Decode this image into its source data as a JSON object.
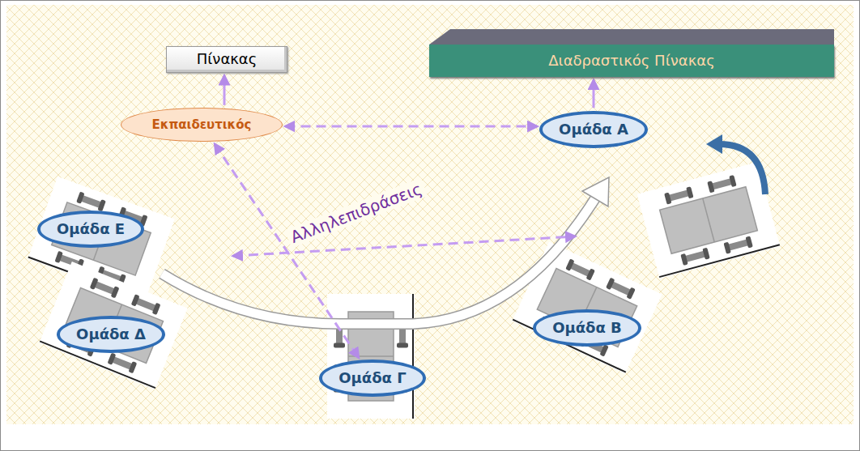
{
  "diagram": {
    "nodes": [
      {
        "text": [
          "Πίνακας"
        ]
      },
      {
        "text": [
          "Διαδραστικός Πίνακας"
        ]
      },
      {
        "text": [
          "Εκπαιδευτικός"
        ]
      },
      {
        "text": [
          "Ομάδα Α"
        ]
      },
      {
        "text": [
          "Ομάδα Ε"
        ]
      },
      {
        "text": [
          "Ομάδα Δ"
        ]
      },
      {
        "text": [
          "Ομάδα Γ"
        ]
      },
      {
        "text": [
          "Ομάδα Β"
        ]
      }
    ],
    "edges": [
      {
        "from": 2,
        "to": 0,
        "arrow": "to"
      },
      {
        "from": 3,
        "to": 1,
        "arrow": "to"
      },
      {
        "from": 2,
        "to": 3,
        "arrow": "both"
      },
      {
        "from": 2,
        "to": 6,
        "arrow": "both"
      }
    ],
    "labels": [
      "Αλληλεπιδράσεις"
    ]
  }
}
